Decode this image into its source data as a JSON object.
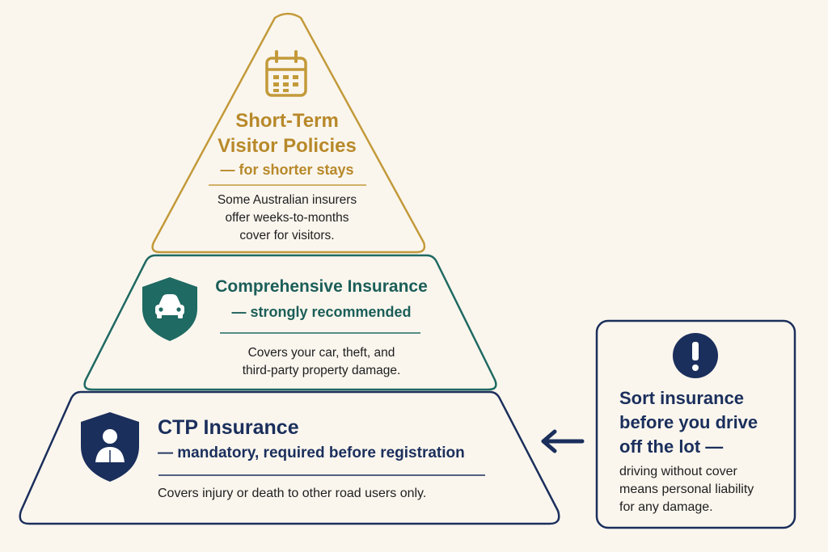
{
  "pyramid": {
    "top": {
      "title_line1": "Short-Term",
      "title_line2": "Visitor Policies",
      "subtitle": "— for shorter stays",
      "desc_line1": "Some Australian insurers",
      "desc_line2": "offer weeks-to-months",
      "desc_line3": "cover for visitors.",
      "icon": "calendar-icon",
      "color": "#b8892a"
    },
    "middle": {
      "title": "Comprehensive Insurance",
      "subtitle": "— strongly recommended",
      "desc_line1": "Covers your car, theft, and",
      "desc_line2": "third-party property damage.",
      "icon": "car-shield-icon",
      "color": "#1b5e58"
    },
    "bottom": {
      "title": "CTP Insurance",
      "subtitle": "— mandatory, required before registration",
      "desc": "Covers injury or death to other road users only.",
      "icon": "person-shield-icon",
      "color": "#1b2f5c"
    }
  },
  "callout": {
    "title_line1": "Sort insurance",
    "title_line2": "before you drive",
    "title_line3": "off the lot —",
    "body_line1": "driving without cover",
    "body_line2": "means personal liability",
    "body_line3": "for any damage.",
    "icon": "exclamation-icon",
    "arrow_icon": "arrow-left-icon",
    "color": "#1b2f5c"
  }
}
